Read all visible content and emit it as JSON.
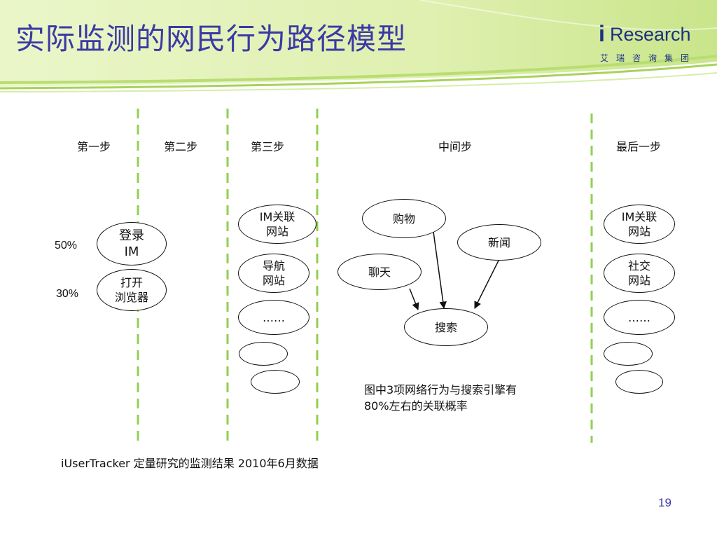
{
  "title": "实际监测的网民行为路径模型",
  "logo": {
    "brand_i": "i",
    "brand_word": "Research",
    "subtitle": "艾瑞咨询集团"
  },
  "steps": [
    "第一步",
    "第二步",
    "第三步",
    "中间步",
    "最后一步"
  ],
  "step1": {
    "login": {
      "label": "登录\nIM",
      "percent": "50%"
    },
    "browser": {
      "label": "打开\n浏览器",
      "percent": "30%"
    }
  },
  "step3": {
    "items": [
      "IM关联\n网站",
      "导航\n网站",
      "……",
      "",
      ""
    ]
  },
  "middle": {
    "shopping": "购物",
    "news": "新闻",
    "chat": "聊天",
    "search": "搜索",
    "note": "图中3项网络行为与搜索引擎有\n80%左右的关联概率"
  },
  "last": {
    "items": [
      "IM关联\n网站",
      "社交\n网站",
      "……",
      "",
      ""
    ]
  },
  "source": "iUserTracker 定量研究的监测结果 2010年6月数据",
  "page_number": "19",
  "colors": {
    "title": "#3b39a6",
    "dash_line": "#8fd14f",
    "header_green": "#c8e68a"
  }
}
